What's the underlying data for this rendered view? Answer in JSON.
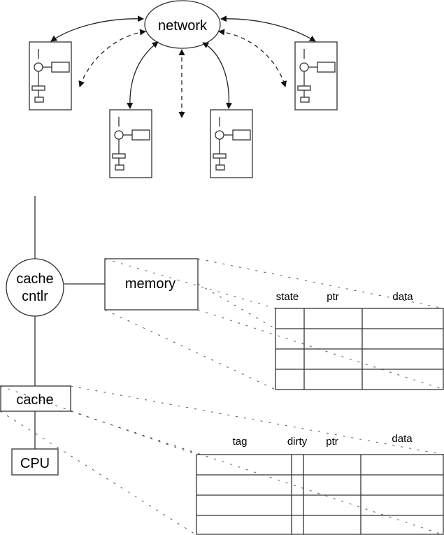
{
  "network": {
    "label": "network"
  },
  "nodes": [
    {
      "id": "node-1"
    },
    {
      "id": "node-2"
    },
    {
      "id": "node-3"
    },
    {
      "id": "node-4"
    }
  ],
  "links": [
    {
      "from": "network",
      "to": "node-1",
      "style": "solid",
      "direction": "bidirectional"
    },
    {
      "from": "network",
      "to": "node-1-area",
      "style": "dashed",
      "direction": "bidirectional"
    },
    {
      "from": "network",
      "to": "node-2",
      "style": "solid",
      "direction": "bidirectional"
    },
    {
      "from": "network",
      "to": "below",
      "style": "dashed",
      "direction": "bidirectional"
    },
    {
      "from": "network",
      "to": "node-3",
      "style": "solid",
      "direction": "bidirectional"
    },
    {
      "from": "network",
      "to": "node-4-area",
      "style": "dashed",
      "direction": "bidirectional"
    },
    {
      "from": "network",
      "to": "node-4",
      "style": "solid",
      "direction": "bidirectional"
    }
  ],
  "detail": {
    "cache_controller": {
      "line1": "cache",
      "line2": "cntlr"
    },
    "memory": {
      "label": "memory"
    },
    "cache": {
      "label": "cache"
    },
    "cpu": {
      "label": "CPU"
    }
  },
  "memory_table": {
    "headers": [
      "state",
      "ptr",
      "data"
    ],
    "rows": 4
  },
  "cache_table": {
    "headers": [
      "tag",
      "dirty",
      "ptr",
      "data"
    ],
    "rows": 4
  }
}
